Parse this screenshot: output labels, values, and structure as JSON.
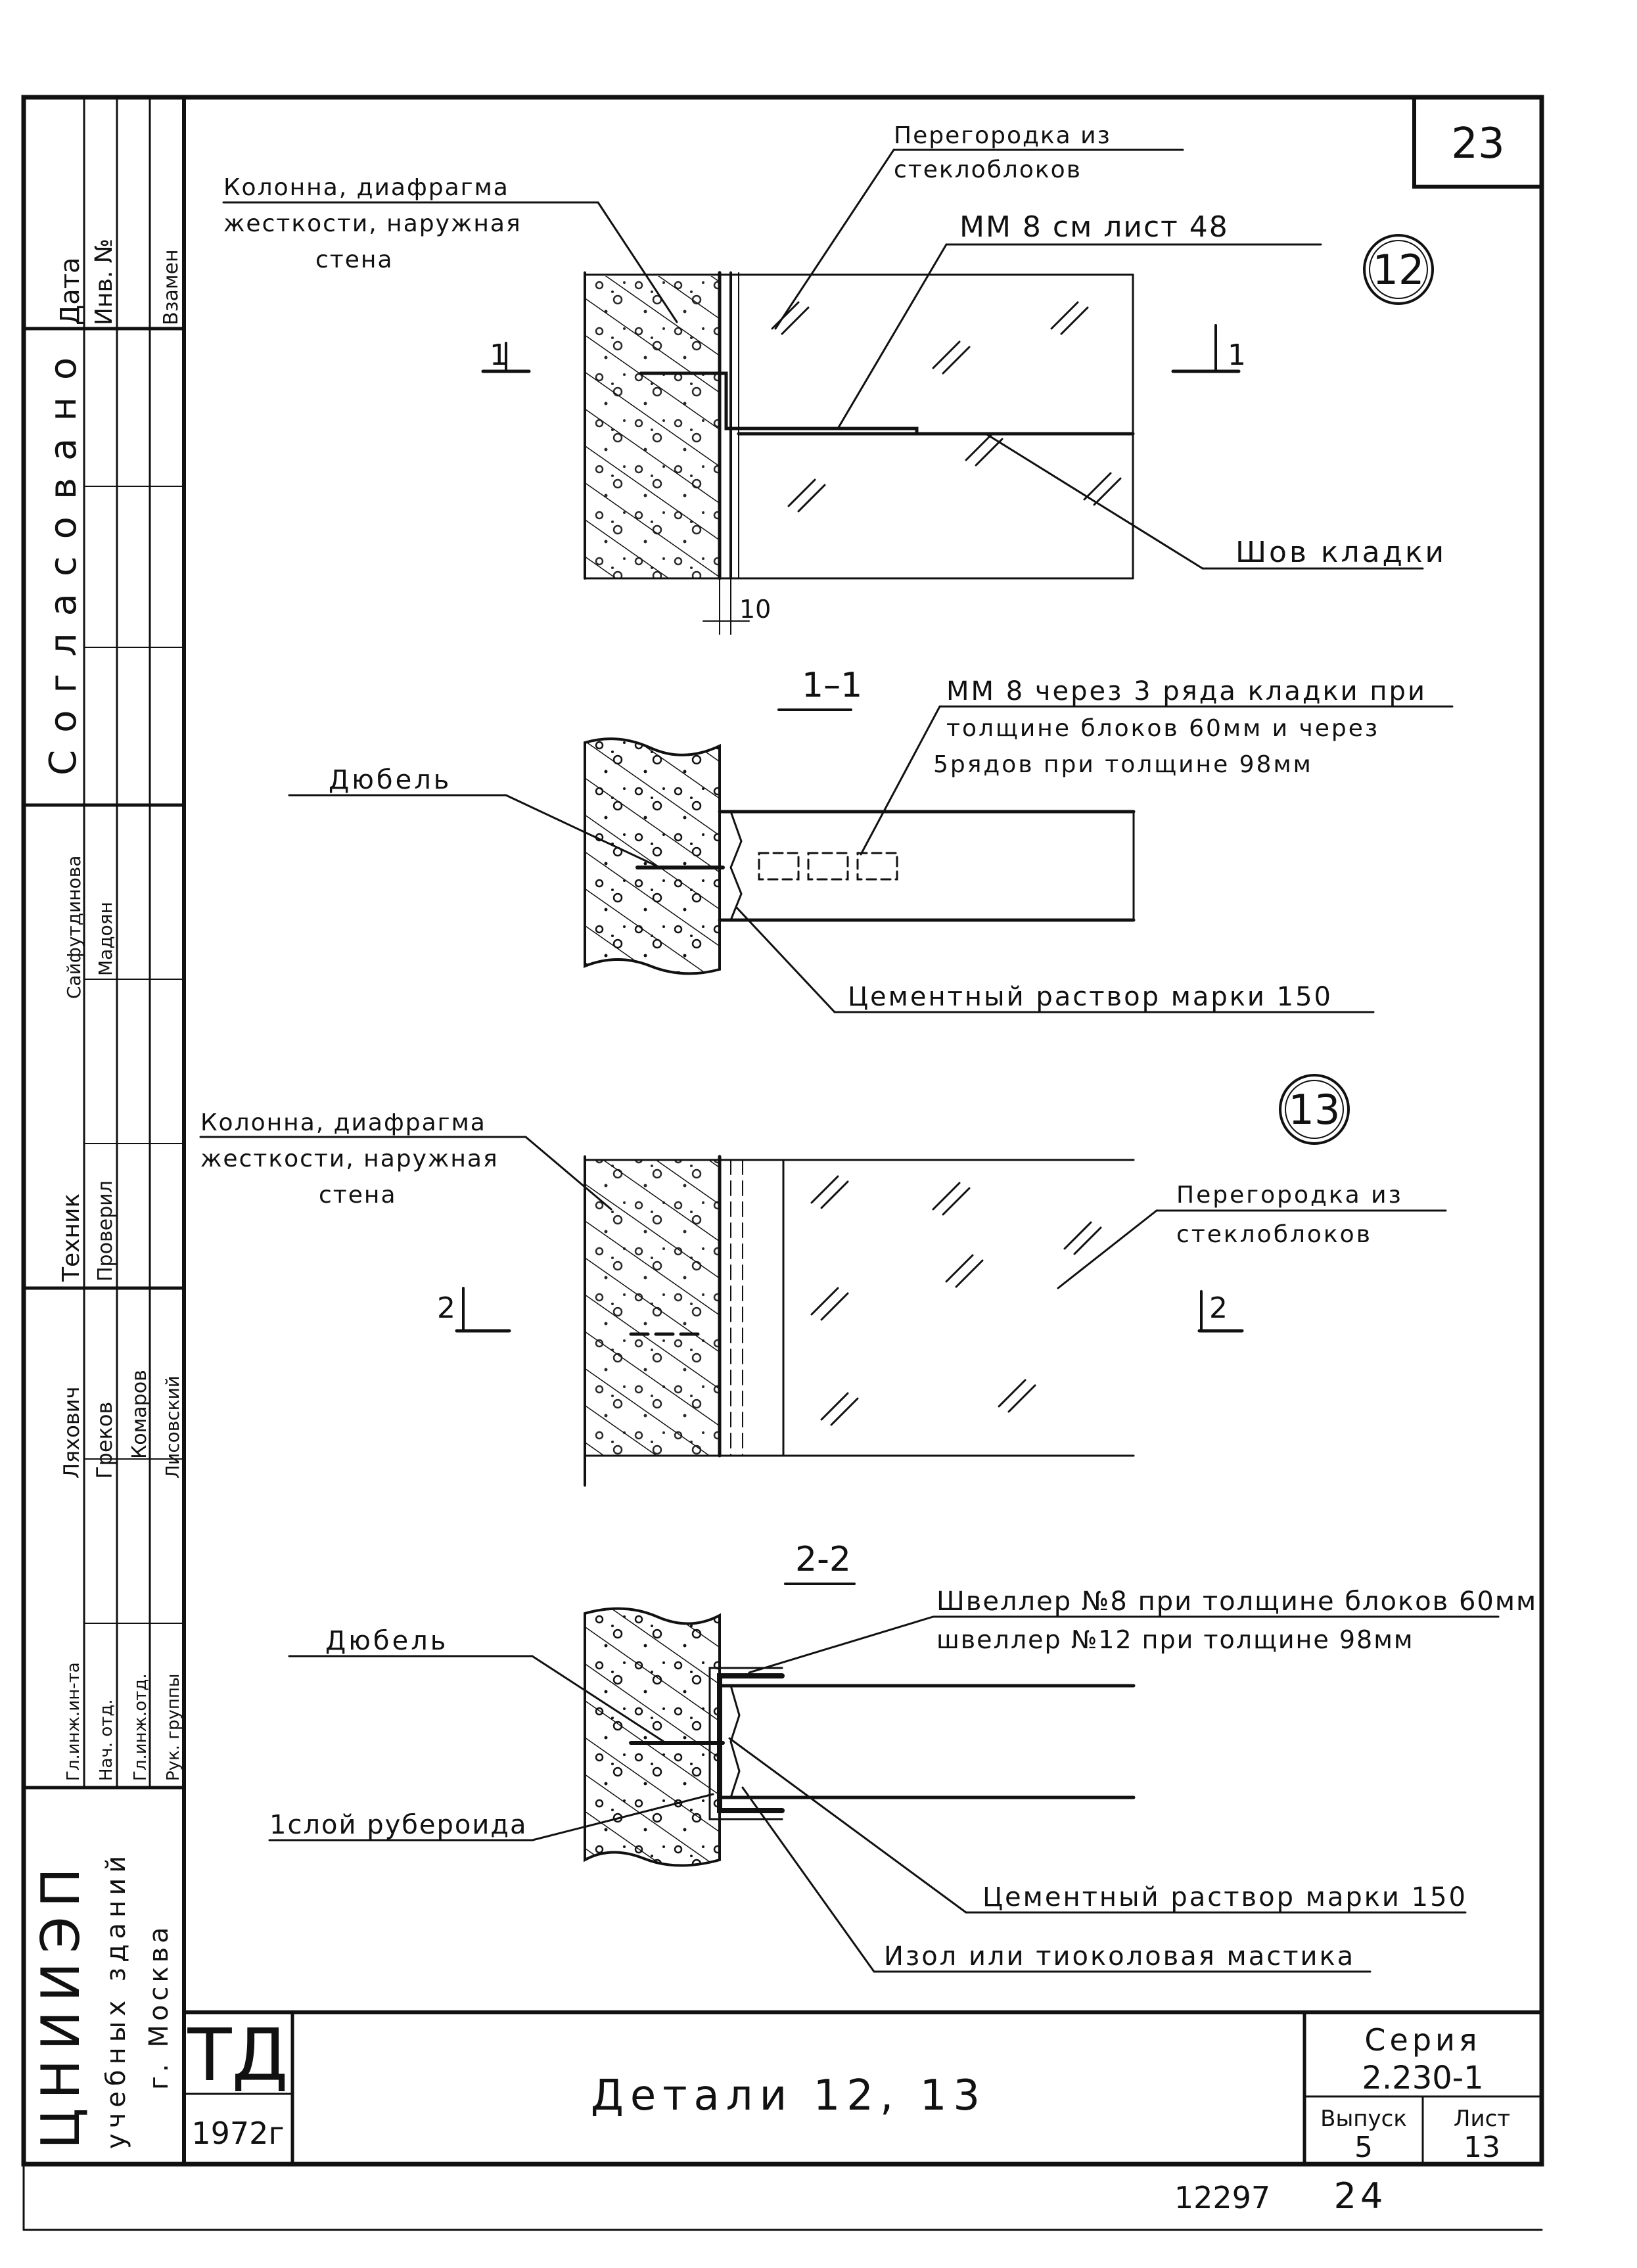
{
  "sheet_number": "23",
  "detail_12": {
    "marker": "12",
    "label_column": [
      "Колонна, диафрагма",
      "жесткости, наружная",
      "стена"
    ],
    "label_partition": [
      "Перегородка из",
      "стеклоблоков"
    ],
    "label_anchor": "ММ 8   см лист 48",
    "label_joint": "Шов кладки",
    "dim_gap": "10",
    "cut_left": "1",
    "cut_right": "1"
  },
  "section_1_1": {
    "title": "1–1",
    "anchor_note": [
      "ММ 8  через 3 ряда кладки при",
      "толщине блоков 60мм и через",
      "5рядов  при толщине 98мм"
    ],
    "label_dowel": "Дюбель",
    "label_mortar": "Цементный раствор марки 150"
  },
  "detail_13": {
    "marker": "13",
    "label_column": [
      "Колонна, диафрагма",
      "жесткости, наружная",
      "стена"
    ],
    "label_partition": [
      "Перегородка из",
      "стеклоблоков"
    ],
    "cut_left": "2",
    "cut_right": "2"
  },
  "section_2_2": {
    "title": "2-2",
    "channel_note": [
      "Швеллер №8 при толщине блоков 60мм",
      "швеллер №12 при толщине 98мм"
    ],
    "label_dowel": "Дюбель",
    "label_roofing": "1слой рубероида",
    "label_mortar": "Цементный раствор марки 150",
    "label_mastic": "Изол или тиоколовая мастика"
  },
  "side_stamp": {
    "top_headers": [
      "Дата",
      "Инв. №",
      "Взамен"
    ],
    "agreed": "Согласовано",
    "names_1": [
      "Сайфутдинова",
      "Мадоян"
    ],
    "roles_1": [
      "Техник",
      "Проверил"
    ],
    "names_2": [
      "Ляхович",
      "Греков",
      "Комаров",
      "Лисовский"
    ],
    "roles_2": [
      "Гл.инж.ин-та",
      "Нач. отд.",
      "Гл.инж.отд.",
      "Рук. группы"
    ],
    "org": [
      "ЦНИИЭП",
      "учебных  зданий",
      "г. Москва"
    ]
  },
  "title_block": {
    "logo": "ТД",
    "year": "1972г",
    "title": "Детали  12, 13",
    "series_label": "Серия",
    "series_value": "2.230-1",
    "issue_label": "Выпуск",
    "issue_value": "5",
    "sheet_label": "Лист",
    "sheet_value": "13"
  },
  "bottom": {
    "archive_number": "12297",
    "page_number": "24"
  }
}
